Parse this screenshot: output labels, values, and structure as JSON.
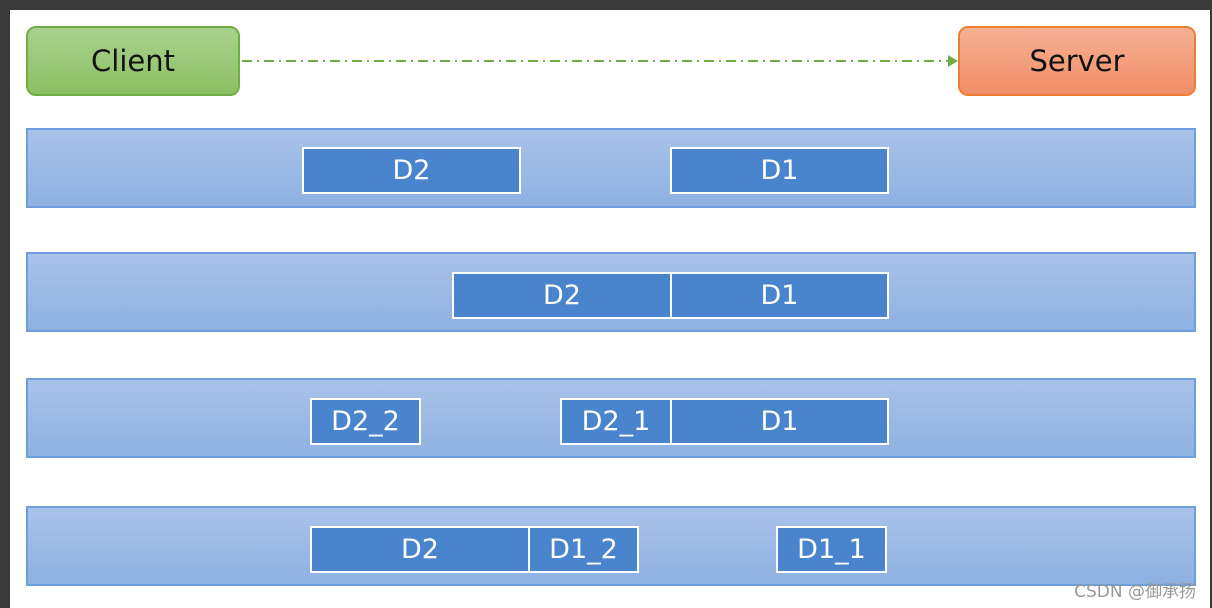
{
  "client": {
    "label": "Client"
  },
  "server": {
    "label": "Server"
  },
  "rows": [
    {
      "frames": [
        {
          "label": "D2"
        },
        {
          "label": "D1"
        }
      ]
    },
    {
      "frames": [
        {
          "label": "D2"
        },
        {
          "label": "D1"
        }
      ]
    },
    {
      "frames": [
        {
          "label": "D2_2"
        },
        {
          "label": "D2_1"
        },
        {
          "label": "D1"
        }
      ]
    },
    {
      "frames": [
        {
          "label": "D2"
        },
        {
          "label": "D1_2"
        },
        {
          "label": "D1_1"
        }
      ]
    }
  ],
  "watermark": "CSDN @御承扬",
  "colors": {
    "client": "#a9d18e",
    "server": "#f4a582",
    "stream": "#9dbbe6",
    "frame": "#4a84cc",
    "arrow": "#70ad47"
  }
}
